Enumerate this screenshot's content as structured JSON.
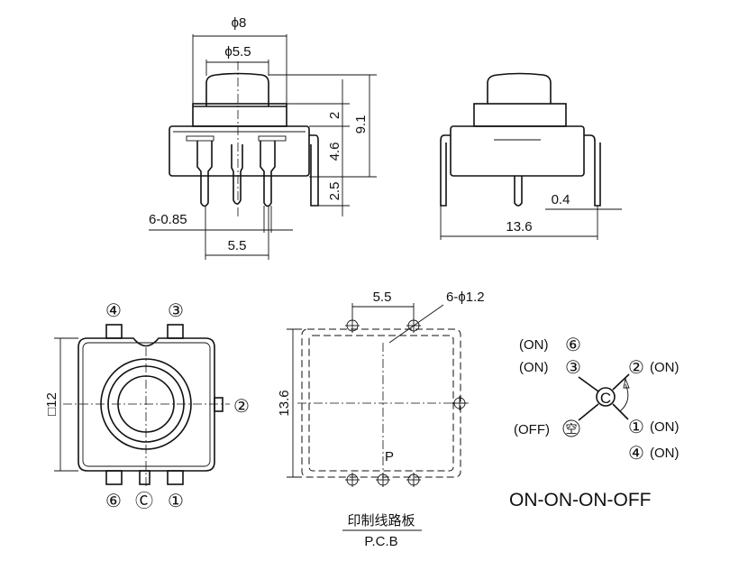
{
  "side_view": {
    "dim_outer_dia": "ϕ8",
    "dim_cap_dia": "ϕ5.5",
    "dim_cap_height": "2",
    "dim_body_height": "4.6",
    "dim_pin_length": "2.5",
    "dim_total_height": "9.1",
    "dim_pin_width": "6-0.85",
    "dim_pin_pitch": "5.5"
  },
  "end_view": {
    "dim_width": "13.6",
    "dim_lead_thickness": "0.4"
  },
  "top_view": {
    "dim_square": "□12",
    "pins_top": [
      "④",
      "③"
    ],
    "pin_right": "②",
    "pins_bottom": [
      "⑥",
      "Ⓒ",
      "①"
    ]
  },
  "pcb": {
    "dim_pitch": "5.5",
    "dim_holes": "6-ϕ1.2",
    "dim_size": "13.6",
    "marker": "P",
    "label_cn": "印制线路板",
    "label_en": "P.C.B"
  },
  "schematic": {
    "common": "C",
    "terminals": [
      {
        "label": "(ON)",
        "pin": "⑥"
      },
      {
        "label": "(ON)",
        "pin": "③"
      },
      {
        "label": "(ON)",
        "pin": "②"
      },
      {
        "label": "(OFF)",
        "pin": "空"
      },
      {
        "label": "(ON)",
        "pin": "①"
      },
      {
        "label": "(ON)",
        "pin": "④"
      }
    ],
    "sequence": "ON-ON-ON-OFF"
  }
}
